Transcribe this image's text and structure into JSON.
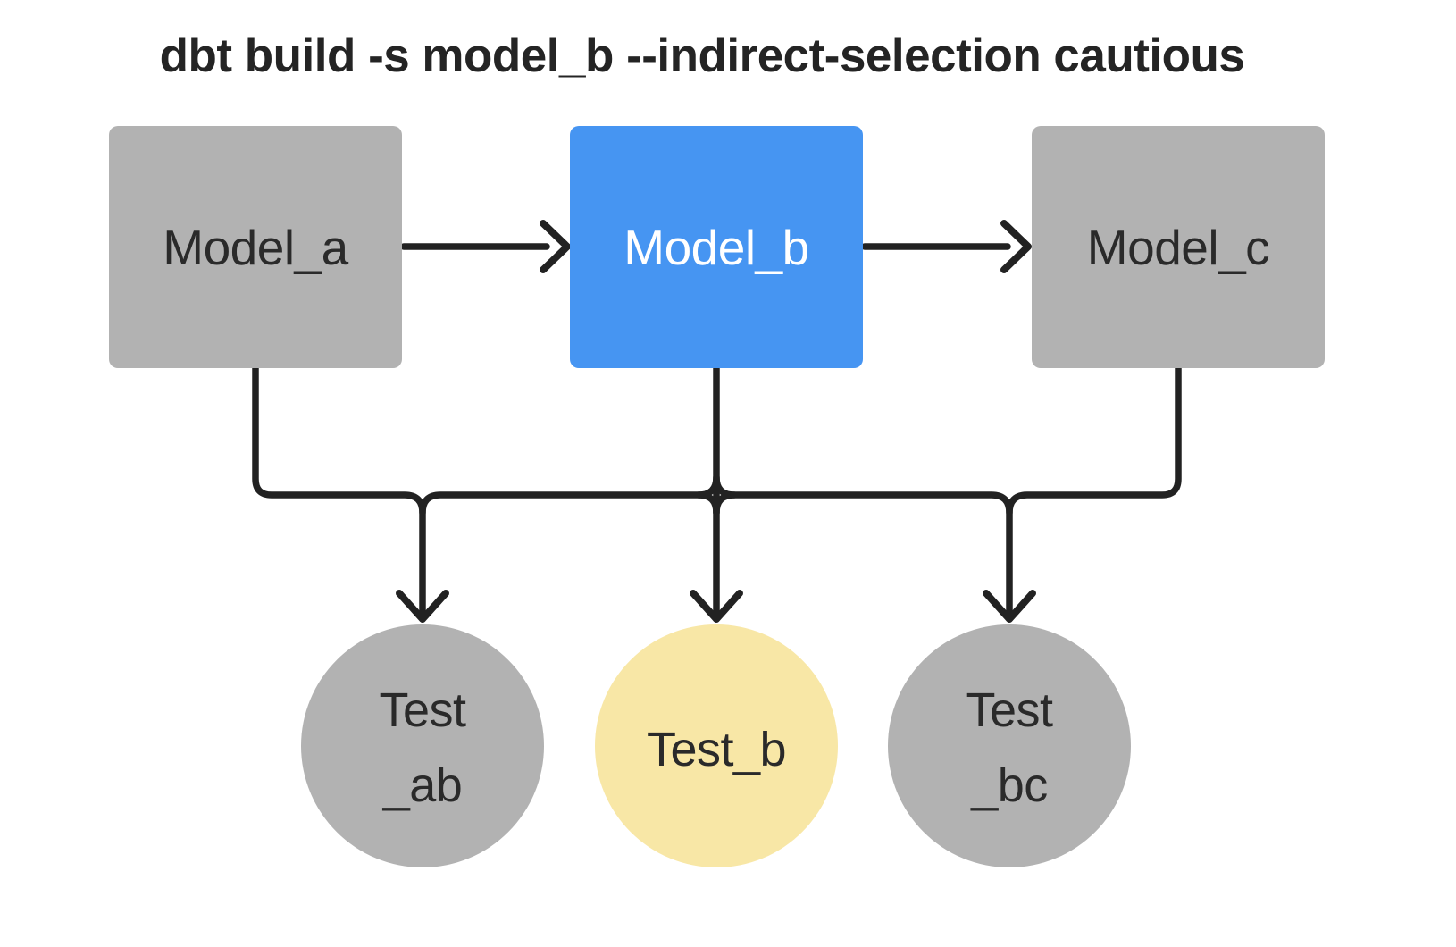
{
  "title": "dbt build -s model_b --indirect-selection cautious",
  "colors": {
    "background": "#ffffff",
    "node_gray": "#b2b2b2",
    "node_selected_blue": "#4695f2",
    "node_test_yellow": "#f8e7a6",
    "edge_black": "#222222",
    "text_dark": "#2a2a2a",
    "text_light": "#ffffff",
    "title_text": "#242424"
  },
  "nodes": {
    "model_a": {
      "label": "Model_a",
      "type": "model",
      "fill": "#b2b2b2",
      "text_color": "#2a2a2a",
      "selected": false
    },
    "model_b": {
      "label": "Model_b",
      "type": "model",
      "fill": "#4695f2",
      "text_color": "#ffffff",
      "selected": true
    },
    "model_c": {
      "label": "Model_c",
      "type": "model",
      "fill": "#b2b2b2",
      "text_color": "#2a2a2a",
      "selected": false
    },
    "test_ab": {
      "label": "Test _ab",
      "line1": "Test",
      "line2": "_ab",
      "type": "test",
      "fill": "#b2b2b2",
      "text_color": "#2a2a2a",
      "selected": false
    },
    "test_b": {
      "label": "Test_b",
      "line1": "Test_b",
      "line2": "",
      "type": "test",
      "fill": "#f8e7a6",
      "text_color": "#2a2a2a",
      "selected": true
    },
    "test_bc": {
      "label": "Test _bc",
      "line1": "Test",
      "line2": "_bc",
      "type": "test",
      "fill": "#b2b2b2",
      "text_color": "#2a2a2a",
      "selected": false
    }
  },
  "edges": [
    {
      "from": "model_a",
      "to": "model_b"
    },
    {
      "from": "model_b",
      "to": "model_c"
    },
    {
      "from": "model_a",
      "to": "test_ab"
    },
    {
      "from": "model_b",
      "to": "test_ab"
    },
    {
      "from": "model_b",
      "to": "test_b"
    },
    {
      "from": "model_b",
      "to": "test_bc"
    },
    {
      "from": "model_c",
      "to": "test_bc"
    }
  ]
}
